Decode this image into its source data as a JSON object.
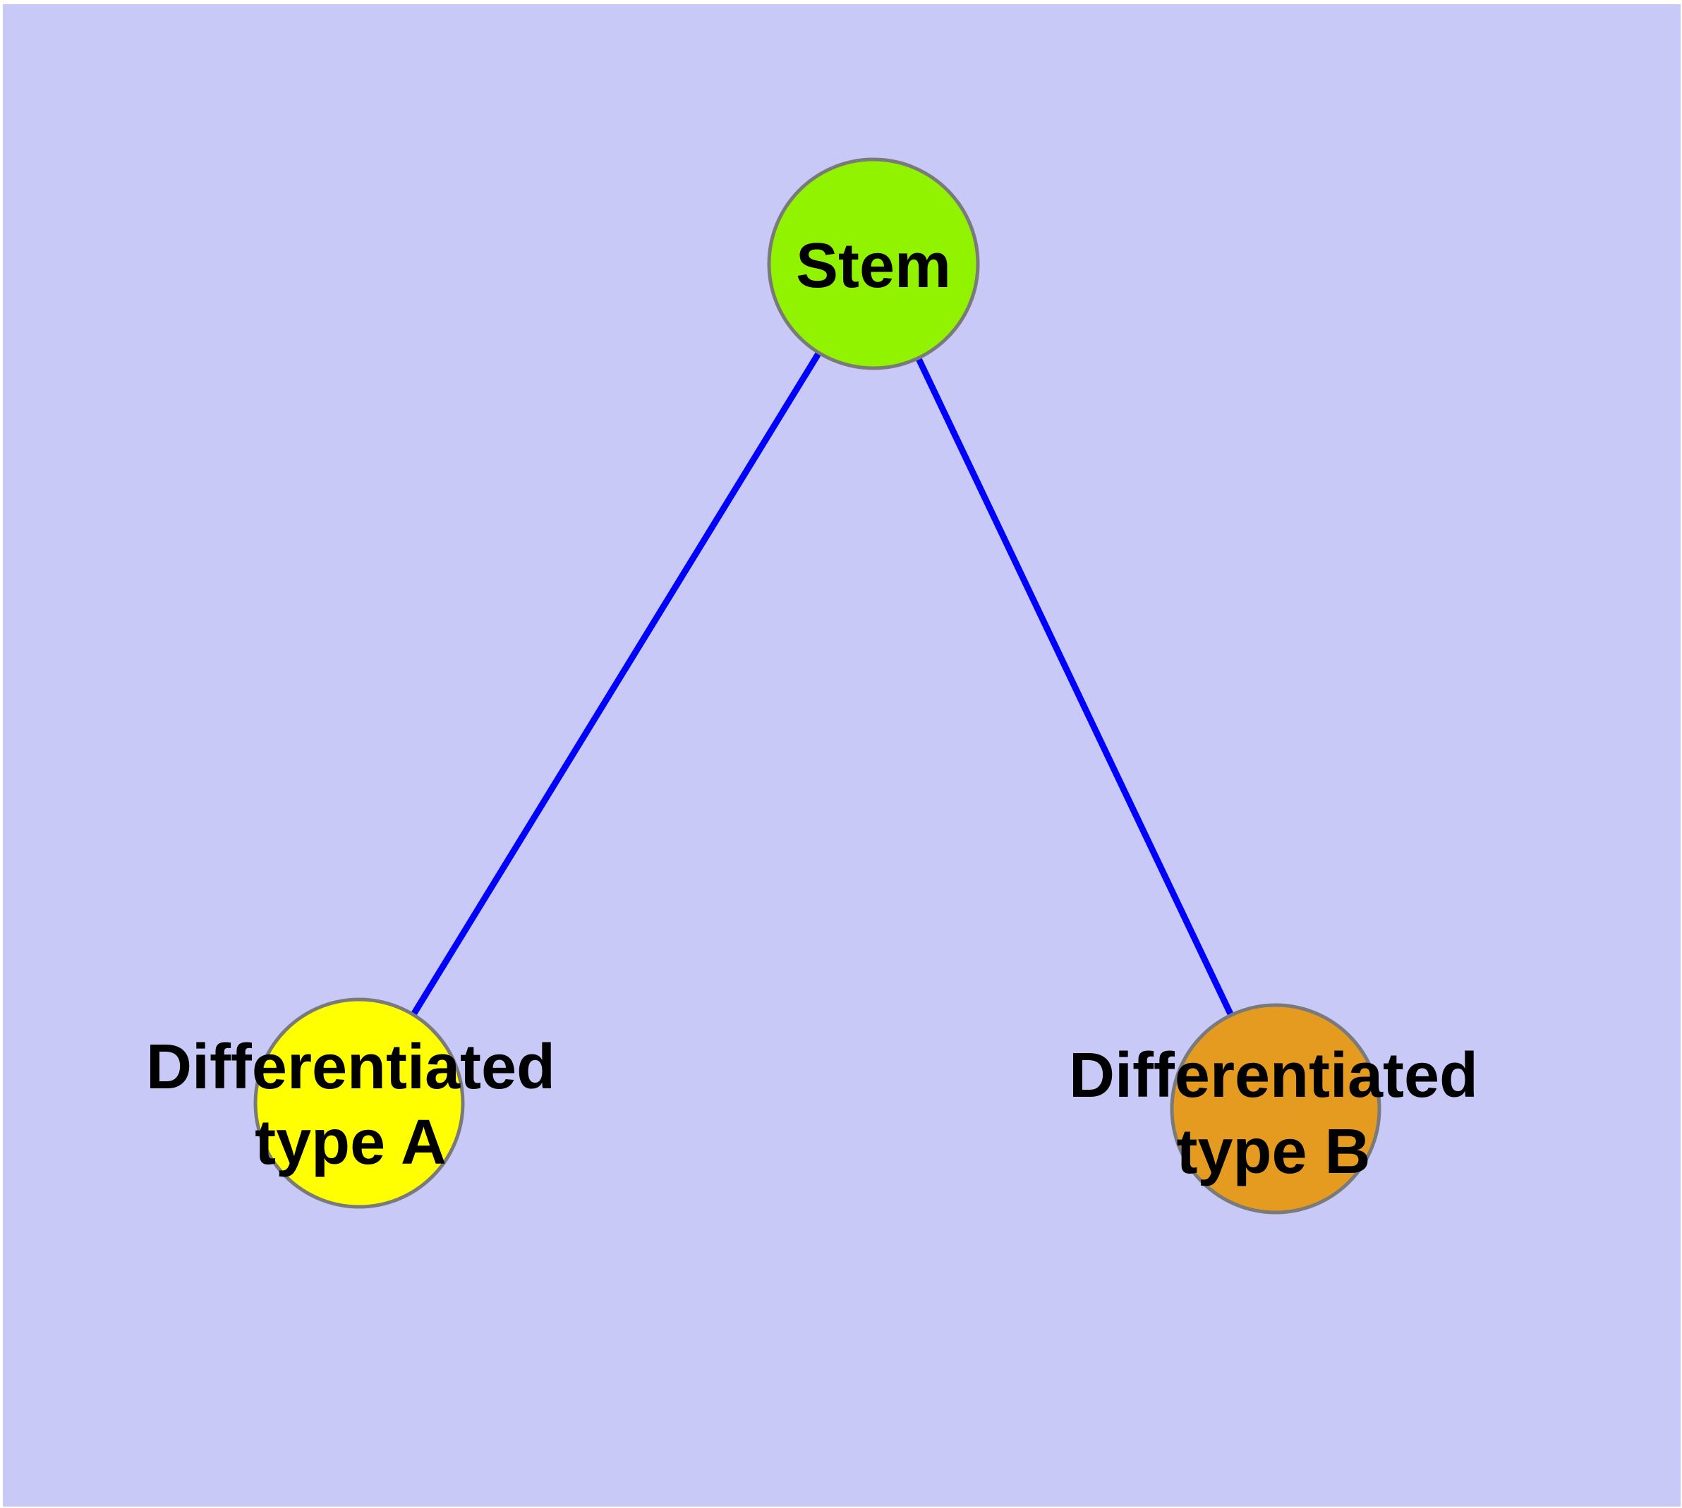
{
  "diagram_type": "graph",
  "colors": {
    "background": "#C9C9F8",
    "frame": "#FFFFFF",
    "edge": "#0000FF",
    "node_border": "#7A7A7A",
    "label": "#000000",
    "stem_fill": "#92F300",
    "type_a_fill": "#FFFF00",
    "type_b_fill": "#E59B20"
  },
  "nodes": [
    {
      "id": "stem",
      "label": "Stem",
      "lines": [
        "Stem"
      ],
      "color": "#92F300"
    },
    {
      "id": "differentiated-type-a",
      "label": "Differentiated type A",
      "lines": [
        "Differentiated",
        "type A"
      ],
      "color": "#FFFF00"
    },
    {
      "id": "differentiated-type-b",
      "label": "Differentiated type B",
      "lines": [
        "Differentiated",
        "type B"
      ],
      "color": "#E59B20"
    }
  ],
  "edges": [
    {
      "from": "stem",
      "to": "differentiated-type-a"
    },
    {
      "from": "stem",
      "to": "differentiated-type-b"
    }
  ]
}
